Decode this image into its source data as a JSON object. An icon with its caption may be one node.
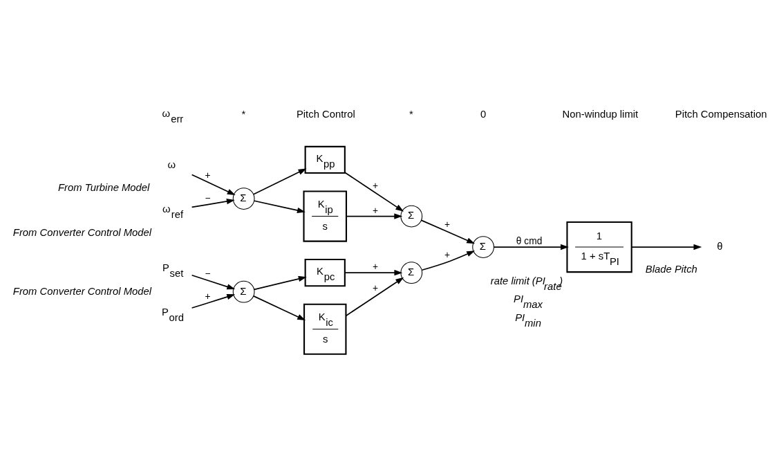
{
  "diagram": {
    "nodes": [
      {
        "text": [
          "ω"
        ],
        "beside": [
          "From Turbine Model"
        ]
      },
      {
        "text": [
          "Σ"
        ]
      },
      {
        "text": [
          "ω$_{ref}$"
        ],
        "beside": [
          "From Converter Control Model"
        ]
      },
      {
        "text": [
          "K$_{pp}$"
        ]
      },
      {
        "text": [
          "K$_{ip}$",
          "s"
        ]
      },
      {
        "text": [
          "Σ"
        ]
      },
      {
        "text": [
          "Σ"
        ]
      },
      {
        "text": [
          "1",
          "1 + sT$_{PI}$"
        ],
        "beside": [
          "rate limit (PI$_{rate}$)",
          "PI$_{max}$",
          "PI$_{min}$"
        ]
      },
      {
        "text": [
          "θ"
        ],
        "beside": [
          "Blade Pitch"
        ]
      },
      {
        "text": [
          "P$_{ord}$"
        ]
      },
      {
        "text": [
          "Σ"
        ]
      },
      {
        "text": [
          "P$_{set}$"
        ],
        "beside": [
          "From Converter Control Model"
        ]
      },
      {
        "text": [
          "K$_{pc}$"
        ]
      },
      {
        "text": [
          "K$_{ic}$",
          "s"
        ]
      },
      {
        "text": [
          "Σ"
        ]
      }
    ],
    "edges": [
      {
        "from": 0,
        "to": 1,
        "arrow": "to",
        "label": "+"
      },
      {
        "from": 2,
        "to": 1,
        "arrow": "to",
        "label": "−"
      },
      {
        "from": 1,
        "to": 3,
        "arrow": "to"
      },
      {
        "from": 1,
        "to": 4,
        "arrow": "to"
      },
      {
        "from": 3,
        "to": 5,
        "arrow": "to",
        "label": "+"
      },
      {
        "from": 4,
        "to": 5,
        "arrow": "to",
        "label": "+"
      },
      {
        "from": 5,
        "to": 6,
        "arrow": "to",
        "label": "+"
      },
      {
        "from": 14,
        "to": 6,
        "arrow": "to",
        "label": "+"
      },
      {
        "from": 6,
        "to": 7,
        "arrow": "to",
        "label": "θ cmd"
      },
      {
        "from": 7,
        "to": 8,
        "arrow": "to"
      },
      {
        "from": 9,
        "to": 10,
        "arrow": "to",
        "label": "+"
      },
      {
        "from": 11,
        "to": 10,
        "arrow": "to",
        "label": "−"
      },
      {
        "from": 10,
        "to": 12,
        "arrow": "to"
      },
      {
        "from": 10,
        "to": 13,
        "arrow": "to"
      },
      {
        "from": 12,
        "to": 14,
        "arrow": "to",
        "label": "+"
      },
      {
        "from": 13,
        "to": 14,
        "arrow": "to",
        "label": "+"
      }
    ],
    "labels": [
      "ω$_{err}$",
      "*",
      "Pitch Control",
      "*",
      "0",
      "Non-windup limit",
      "Pitch Compensation"
    ]
  }
}
